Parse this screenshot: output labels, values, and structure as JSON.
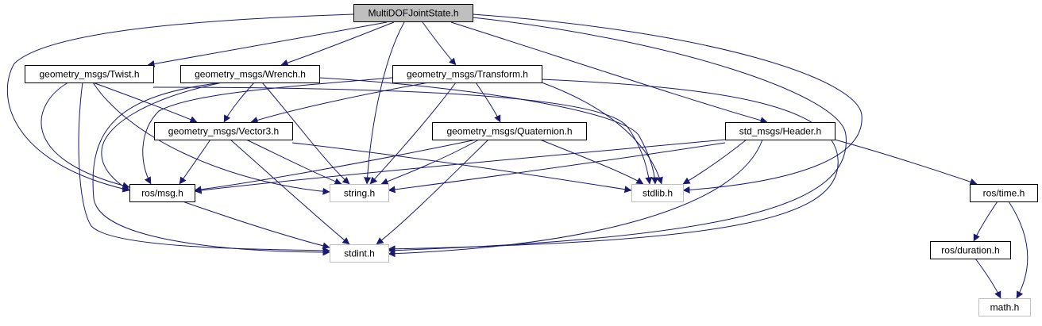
{
  "title": "MultiDOFJointState.h",
  "colors": {
    "edge": "#191970",
    "root_fill": "#bfbfbf",
    "node_border": "#000000",
    "external_border": "#bfbfbf",
    "node_fill": "#ffffff"
  },
  "nodes": [
    {
      "id": "root",
      "label": "MultiDOFJointState.h",
      "kind": "root"
    },
    {
      "id": "twist",
      "label": "geometry_msgs/Twist.h",
      "kind": "header"
    },
    {
      "id": "wrench",
      "label": "geometry_msgs/Wrench.h",
      "kind": "header"
    },
    {
      "id": "transform",
      "label": "geometry_msgs/Transform.h",
      "kind": "header"
    },
    {
      "id": "vector3",
      "label": "geometry_msgs/Vector3.h",
      "kind": "header"
    },
    {
      "id": "quaternion",
      "label": "geometry_msgs/Quaternion.h",
      "kind": "header"
    },
    {
      "id": "header",
      "label": "std_msgs/Header.h",
      "kind": "header"
    },
    {
      "id": "rosmsg",
      "label": "ros/msg.h",
      "kind": "header"
    },
    {
      "id": "string",
      "label": "string.h",
      "kind": "external"
    },
    {
      "id": "stdlib",
      "label": "stdlib.h",
      "kind": "external"
    },
    {
      "id": "stdint",
      "label": "stdint.h",
      "kind": "external"
    },
    {
      "id": "rostime",
      "label": "ros/time.h",
      "kind": "header"
    },
    {
      "id": "duration",
      "label": "ros/duration.h",
      "kind": "header"
    },
    {
      "id": "math",
      "label": "math.h",
      "kind": "external"
    }
  ],
  "edges": [
    {
      "from": "root",
      "to": "twist"
    },
    {
      "from": "root",
      "to": "wrench"
    },
    {
      "from": "root",
      "to": "transform"
    },
    {
      "from": "root",
      "to": "header"
    },
    {
      "from": "root",
      "to": "rosmsg"
    },
    {
      "from": "root",
      "to": "string"
    },
    {
      "from": "root",
      "to": "stdlib"
    },
    {
      "from": "root",
      "to": "stdint"
    },
    {
      "from": "twist",
      "to": "vector3"
    },
    {
      "from": "twist",
      "to": "rosmsg"
    },
    {
      "from": "twist",
      "to": "string"
    },
    {
      "from": "twist",
      "to": "stdlib"
    },
    {
      "from": "twist",
      "to": "stdint"
    },
    {
      "from": "wrench",
      "to": "vector3"
    },
    {
      "from": "wrench",
      "to": "rosmsg"
    },
    {
      "from": "wrench",
      "to": "string"
    },
    {
      "from": "wrench",
      "to": "stdlib"
    },
    {
      "from": "wrench",
      "to": "stdint"
    },
    {
      "from": "transform",
      "to": "vector3"
    },
    {
      "from": "transform",
      "to": "quaternion"
    },
    {
      "from": "transform",
      "to": "rosmsg"
    },
    {
      "from": "transform",
      "to": "string"
    },
    {
      "from": "transform",
      "to": "stdlib"
    },
    {
      "from": "transform",
      "to": "stdint"
    },
    {
      "from": "vector3",
      "to": "rosmsg"
    },
    {
      "from": "vector3",
      "to": "string"
    },
    {
      "from": "vector3",
      "to": "stdlib"
    },
    {
      "from": "vector3",
      "to": "stdint"
    },
    {
      "from": "quaternion",
      "to": "rosmsg"
    },
    {
      "from": "quaternion",
      "to": "string"
    },
    {
      "from": "quaternion",
      "to": "stdlib"
    },
    {
      "from": "quaternion",
      "to": "stdint"
    },
    {
      "from": "header",
      "to": "rosmsg"
    },
    {
      "from": "header",
      "to": "string"
    },
    {
      "from": "header",
      "to": "stdlib"
    },
    {
      "from": "header",
      "to": "stdint"
    },
    {
      "from": "header",
      "to": "rostime"
    },
    {
      "from": "rosmsg",
      "to": "stdint"
    },
    {
      "from": "rostime",
      "to": "duration"
    },
    {
      "from": "rostime",
      "to": "math"
    },
    {
      "from": "duration",
      "to": "math"
    }
  ]
}
